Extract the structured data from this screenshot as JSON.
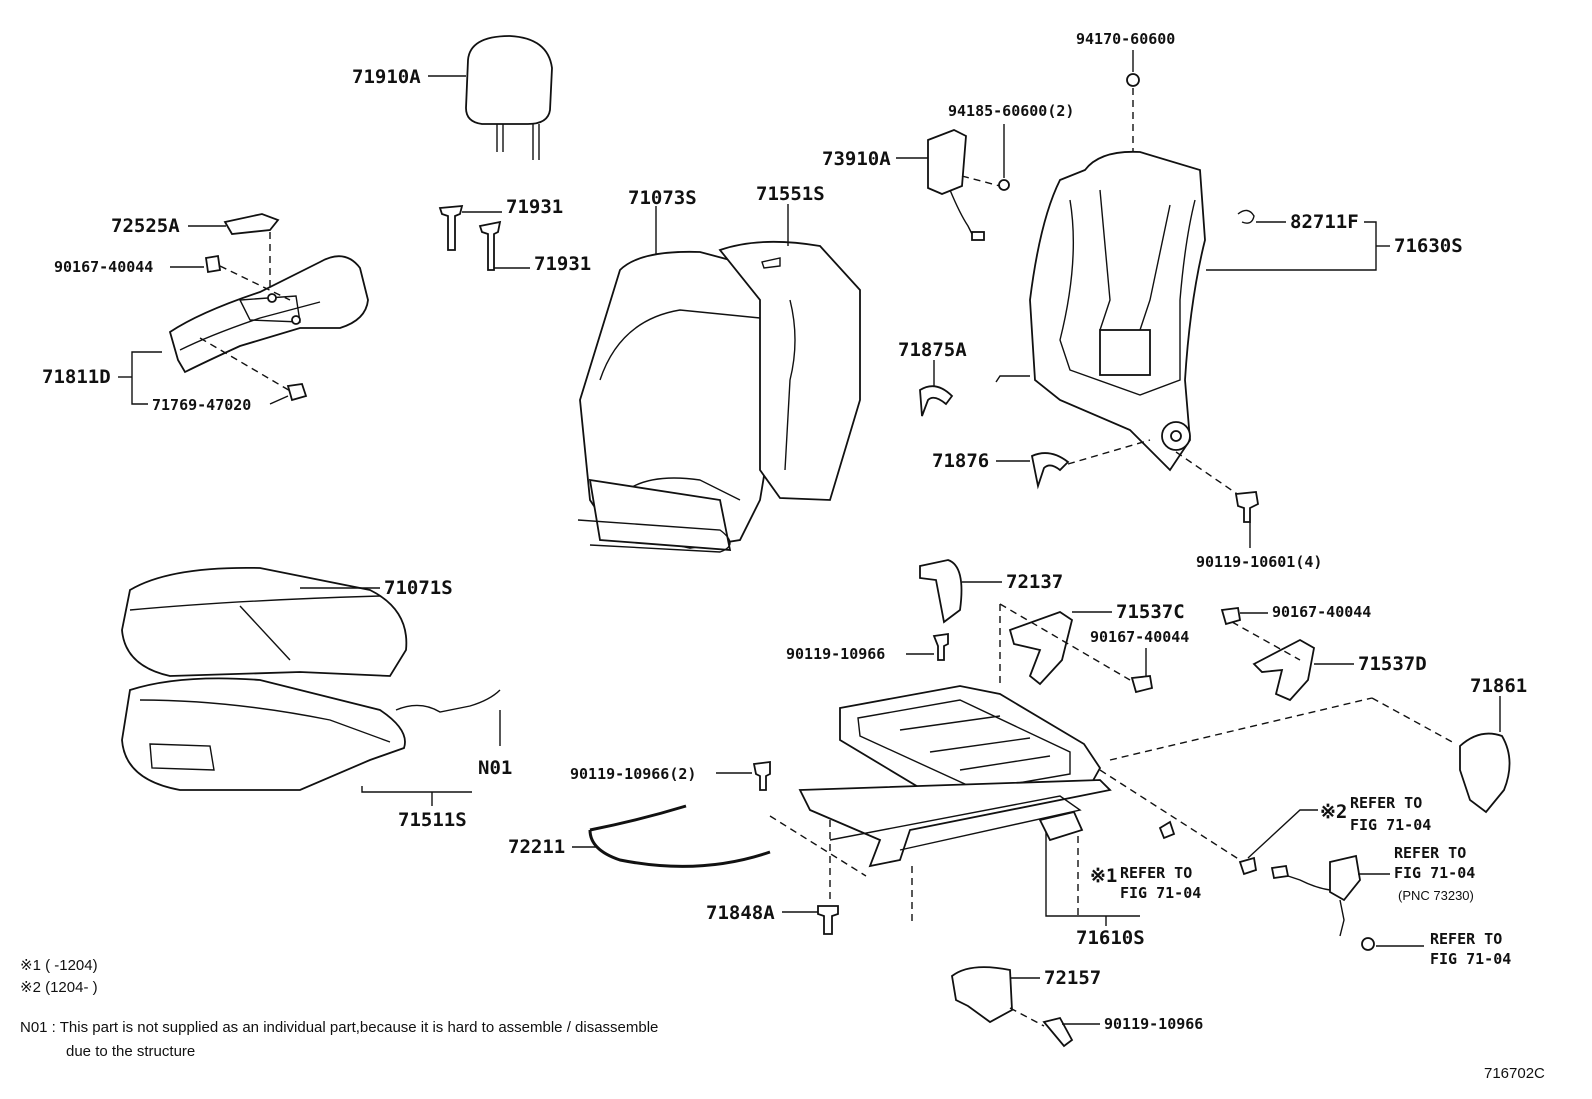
{
  "figure_code": "716702C",
  "labels": {
    "p71910A": "71910A",
    "p71931a": "71931",
    "p71931b": "71931",
    "p72525A": "72525A",
    "p90167_40044a": "90167-40044",
    "p71811D": "71811D",
    "p71769_47020": "71769-47020",
    "p71073S": "71073S",
    "p71551S": "71551S",
    "p73910A": "73910A",
    "p94170_60600": "94170-60600",
    "p94185_60600": "94185-60600(2)",
    "p82711F": "82711F",
    "p71630S": "71630S",
    "p71875A": "71875A",
    "p71876": "71876",
    "p90119_10601": "90119-10601(4)",
    "p71071S": "71071S",
    "pN01": "N01",
    "p71511S": "71511S",
    "p72137": "72137",
    "p71537C": "71537C",
    "p90167_40044b": "90167-40044",
    "p90167_40044c": "90167-40044",
    "p71537D": "71537D",
    "p90119_10966a": "90119-10966",
    "p71861": "71861",
    "p90119_10966_2": "90119-10966(2)",
    "p72211": "72211",
    "p71848A": "71848A",
    "p71610S": "71610S",
    "p72157": "72157",
    "p90119_10966b": "90119-10966"
  },
  "references": {
    "ref_mark1": "※1",
    "ref1_line1": "REFER TO",
    "ref1_line2": "FIG 71-04",
    "ref_mark2": "※2",
    "ref2_line1": "REFER TO",
    "ref2_line2": "FIG 71-04",
    "ref3_line1": "REFER TO",
    "ref3_line2": "FIG 71-04",
    "ref3_pnc": "(PNC 73230)",
    "ref4_line1": "REFER TO",
    "ref4_line2": "FIG 71-04"
  },
  "footnotes": {
    "note1": "※1 (      -1204)",
    "note2": "※2 (1204-      )",
    "n01_line1": "N01 : This part is not supplied as an individual part,because it is hard to assemble / disassemble",
    "n01_line2": "due to the structure"
  }
}
